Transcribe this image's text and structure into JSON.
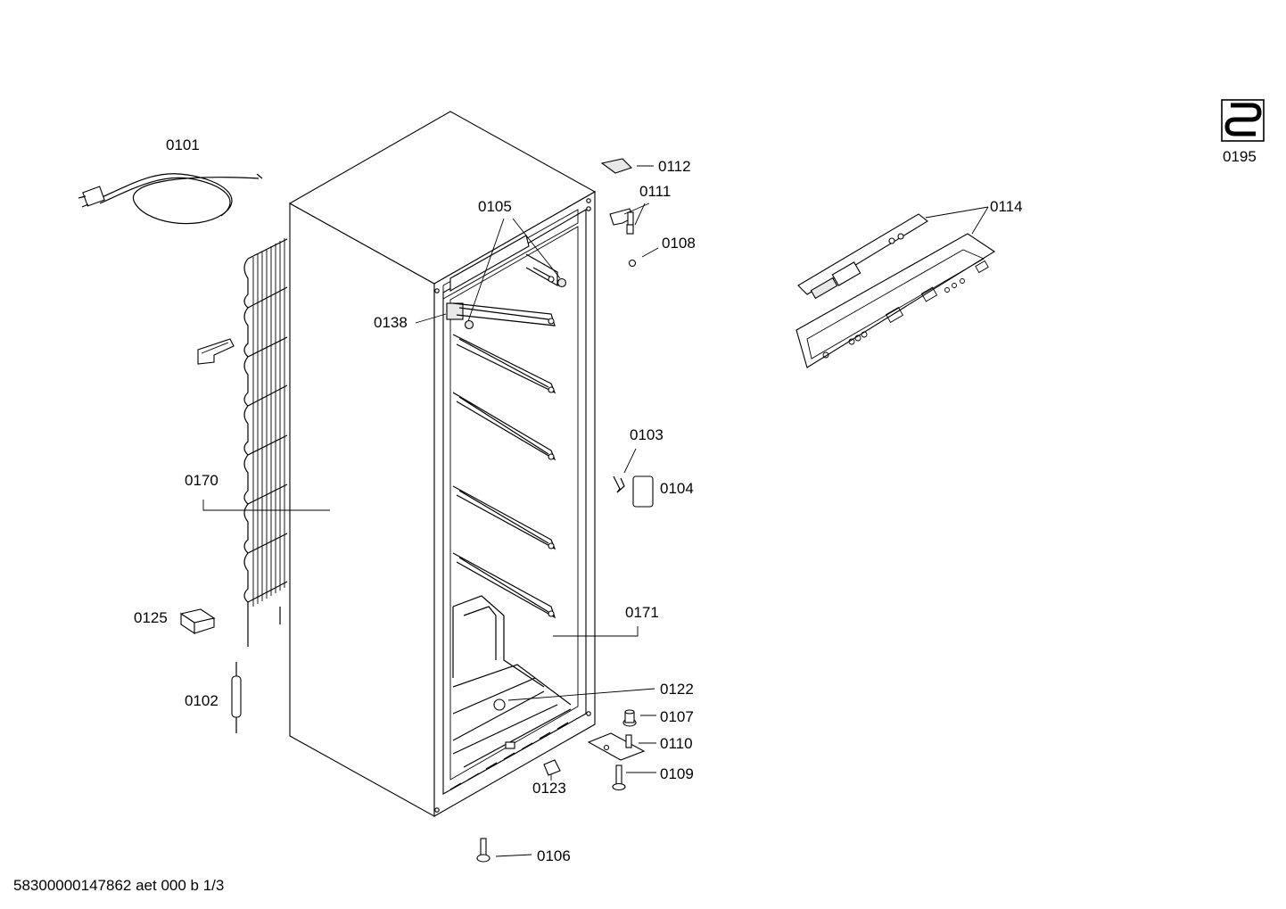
{
  "document_id": "58300000147862 aet 000 b 1/3",
  "parts": {
    "p0101": "0101",
    "p0102": "0102",
    "p0103": "0103",
    "p0104": "0104",
    "p0105": "0105",
    "p0106": "0106",
    "p0107": "0107",
    "p0108": "0108",
    "p0109": "0109",
    "p0110": "0110",
    "p0111": "0111",
    "p0112": "0112",
    "p0114": "0114",
    "p0122": "0122",
    "p0123": "0123",
    "p0125": "0125",
    "p0138": "0138",
    "p0170": "0170",
    "p0171": "0171",
    "p0195": "0195"
  },
  "icons": {
    "documentation_symbol": "heating-coil-icon"
  }
}
